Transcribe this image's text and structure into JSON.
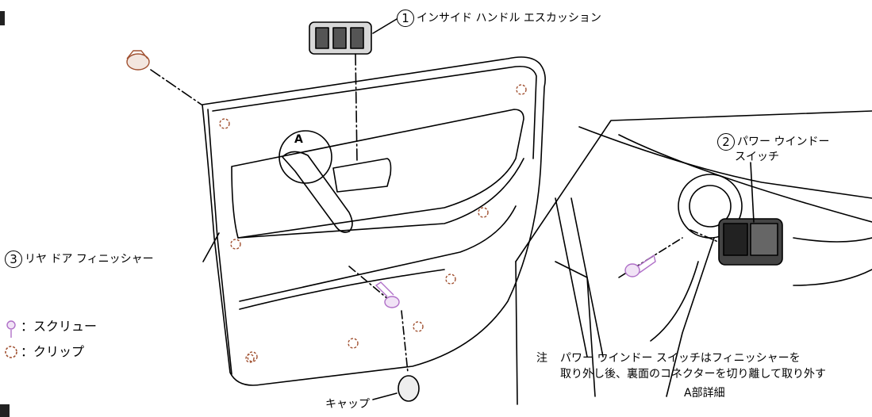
{
  "callouts": {
    "c1": {
      "num": "1",
      "text": "インサイド ハンドル エスカッション"
    },
    "c2": {
      "num": "2",
      "line1": "パワー ウインドー",
      "line2": "スイッチ"
    },
    "c3": {
      "num": "3",
      "text": "リヤ ドア フィニッシャー"
    },
    "cap": "キャップ",
    "a_marker": "A"
  },
  "legend": {
    "screw": "：スクリュー",
    "clip": "：クリップ"
  },
  "note": {
    "prefix": "注",
    "line1": "パワー ウインドー スイッチはフィニッシャーを",
    "line2": "取り外し後、裏面のコネクターを切り離して取り外す",
    "caption": "A部詳細"
  },
  "colors": {
    "screw": "#b070c8",
    "clip": "#a05030",
    "line": "#000000"
  }
}
